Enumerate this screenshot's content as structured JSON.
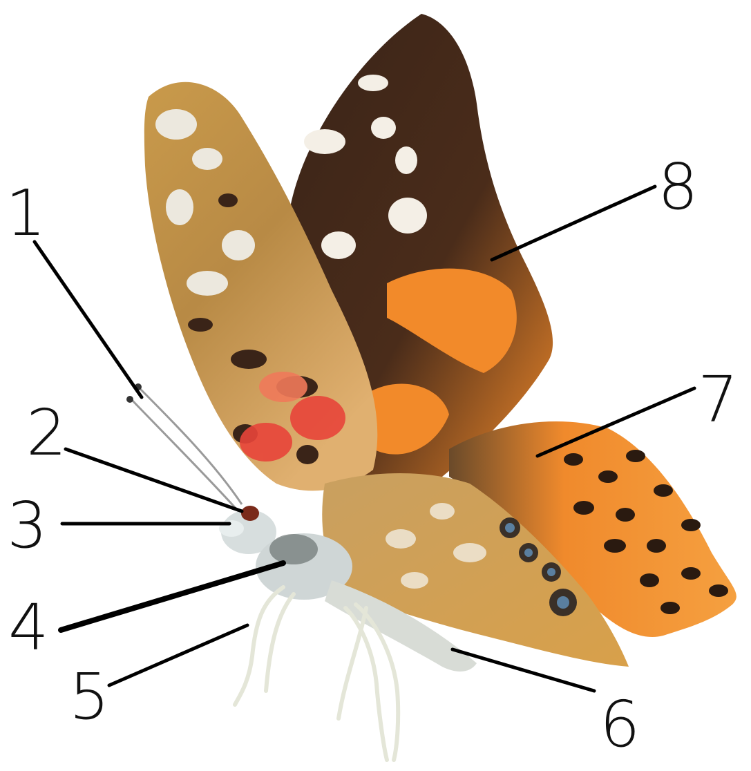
{
  "diagram": {
    "labels": [
      {
        "id": "1",
        "text": "1"
      },
      {
        "id": "2",
        "text": "2"
      },
      {
        "id": "3",
        "text": "3"
      },
      {
        "id": "4",
        "text": "4"
      },
      {
        "id": "5",
        "text": "5"
      },
      {
        "id": "6",
        "text": "6"
      },
      {
        "id": "7",
        "text": "7"
      },
      {
        "id": "8",
        "text": "8"
      }
    ]
  },
  "colors": {
    "wing_orange": "#f28a2a",
    "wing_dark": "#3a2418",
    "wing_red": "#e8453a",
    "wing_tan": "#c99a4b",
    "body_grey": "#cfd6d6",
    "line": "#000000"
  }
}
